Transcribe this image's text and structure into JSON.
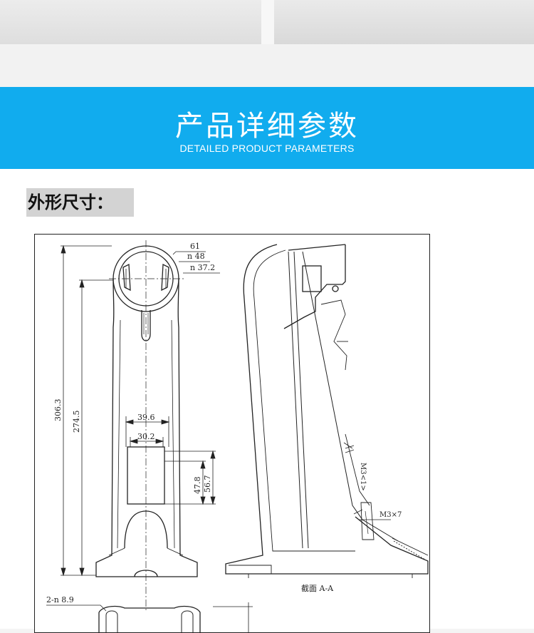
{
  "banner": {
    "title": "产品详细参数",
    "subtitle": "DETAILED PRODUCT PARAMETERS",
    "color": "#11acee"
  },
  "section": {
    "heading": "外形尺寸："
  },
  "drawing": {
    "dimensions": {
      "d61": "61",
      "d48": "n 48",
      "d37": "n 37.2",
      "h306": "306.3",
      "h274": "274.5",
      "w39": "39.6",
      "w30": "30.2",
      "h47": "47.8",
      "h56": "56.7",
      "holes": "2-n 8.9",
      "thread1": "M3<1>",
      "thread2": "M3×7"
    },
    "section_label": "截面  A-A"
  }
}
